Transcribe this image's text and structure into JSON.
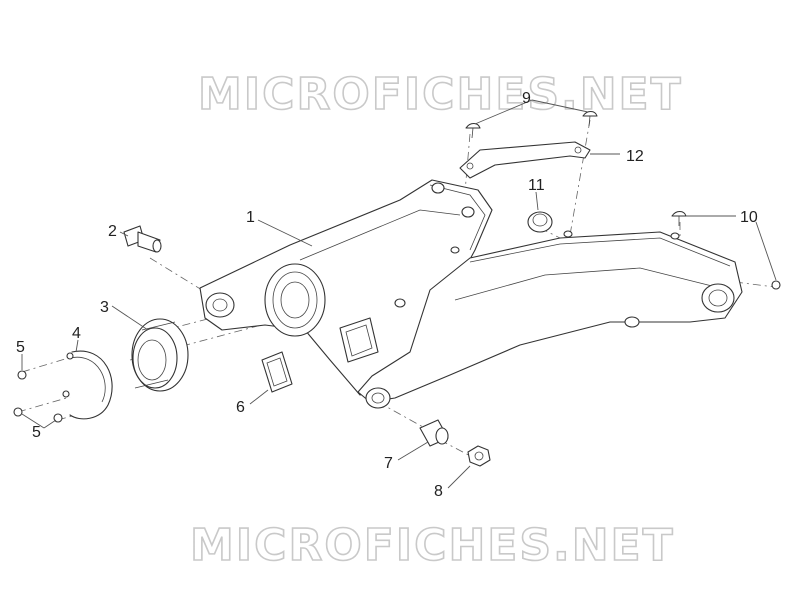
{
  "watermark": {
    "top": "MICROFICHES.NET",
    "bottom": "MICROFICHES.NET"
  },
  "callouts": {
    "c1": "1",
    "c2": "2",
    "c3": "3",
    "c4": "4",
    "c5a": "5",
    "c5b": "5",
    "c6": "6",
    "c7": "7",
    "c8": "8",
    "c9": "9",
    "c10": "10",
    "c11": "11",
    "c12": "12"
  }
}
